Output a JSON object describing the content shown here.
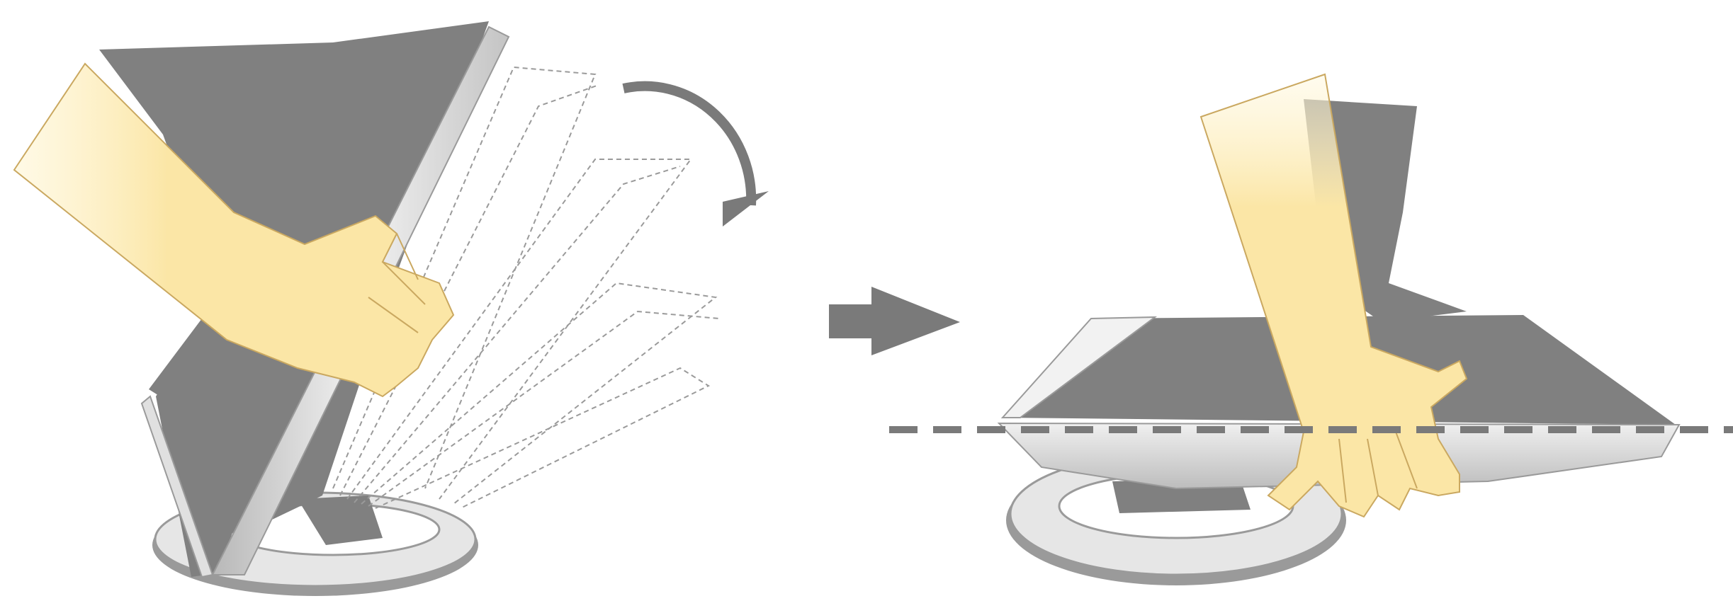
{
  "diagram": {
    "steps": [
      {
        "id": "tilt-monitor-backward",
        "action": "rotate",
        "direction": "clockwise"
      },
      {
        "id": "monitor-laid-flat",
        "action": "lay-flat"
      }
    ],
    "connector": "arrow-right",
    "reference_line": "dashed-horizontal"
  },
  "colors": {
    "background": "#ffffff",
    "panel_gray": "#808080",
    "bezel_silver": "#d8d8d8",
    "bezel_edge": "#9a9a9a",
    "skin": "#fbe6a6",
    "skin_outline": "#caa860",
    "stand_ring": "#e6e6e6",
    "arrow_gray": "#7a7a7a",
    "ghost_line": "#9a9a9a"
  }
}
